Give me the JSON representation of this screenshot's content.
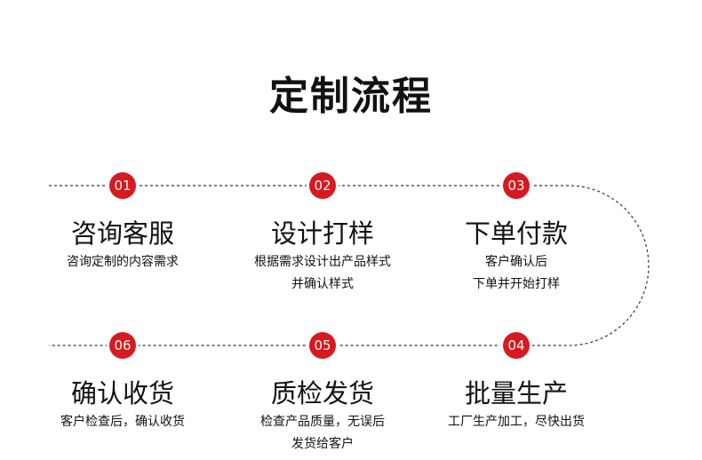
{
  "title": "定制流程",
  "steps": [
    {
      "num": "01",
      "title": "咨询客服",
      "desc": [
        "咨询定制的内容需求"
      ]
    },
    {
      "num": "02",
      "title": "设计打样",
      "desc": [
        "根据需求设计出产品样式",
        "并确认样式"
      ]
    },
    {
      "num": "03",
      "title": "下单付款",
      "desc": [
        "客户确认后",
        "下单并开始打样"
      ]
    },
    {
      "num": "04",
      "title": "批量生产",
      "desc": [
        "工厂生产加工，尽快出货"
      ]
    },
    {
      "num": "05",
      "title": "质检发货",
      "desc": [
        "检查产品质量，无误后",
        "发货给客户"
      ]
    },
    {
      "num": "06",
      "title": "确认收货",
      "desc": [
        "客户检查后，确认收货"
      ]
    }
  ],
  "colors": {
    "accent": "#d71920",
    "text": "#111111",
    "line": "#333333"
  }
}
